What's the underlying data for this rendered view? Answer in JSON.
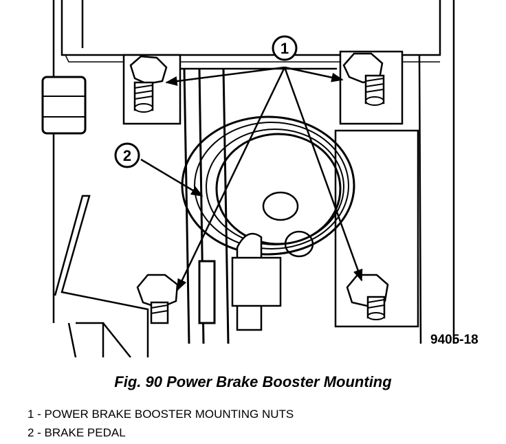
{
  "figure": {
    "id": "9405-18",
    "caption": "Fig. 90 Power Brake Booster Mounting"
  },
  "callouts": [
    {
      "number": "1"
    },
    {
      "number": "2"
    }
  ],
  "legend": [
    {
      "text": "1 - POWER BRAKE BOOSTER MOUNTING NUTS"
    },
    {
      "text": "2 - BRAKE PEDAL"
    }
  ]
}
